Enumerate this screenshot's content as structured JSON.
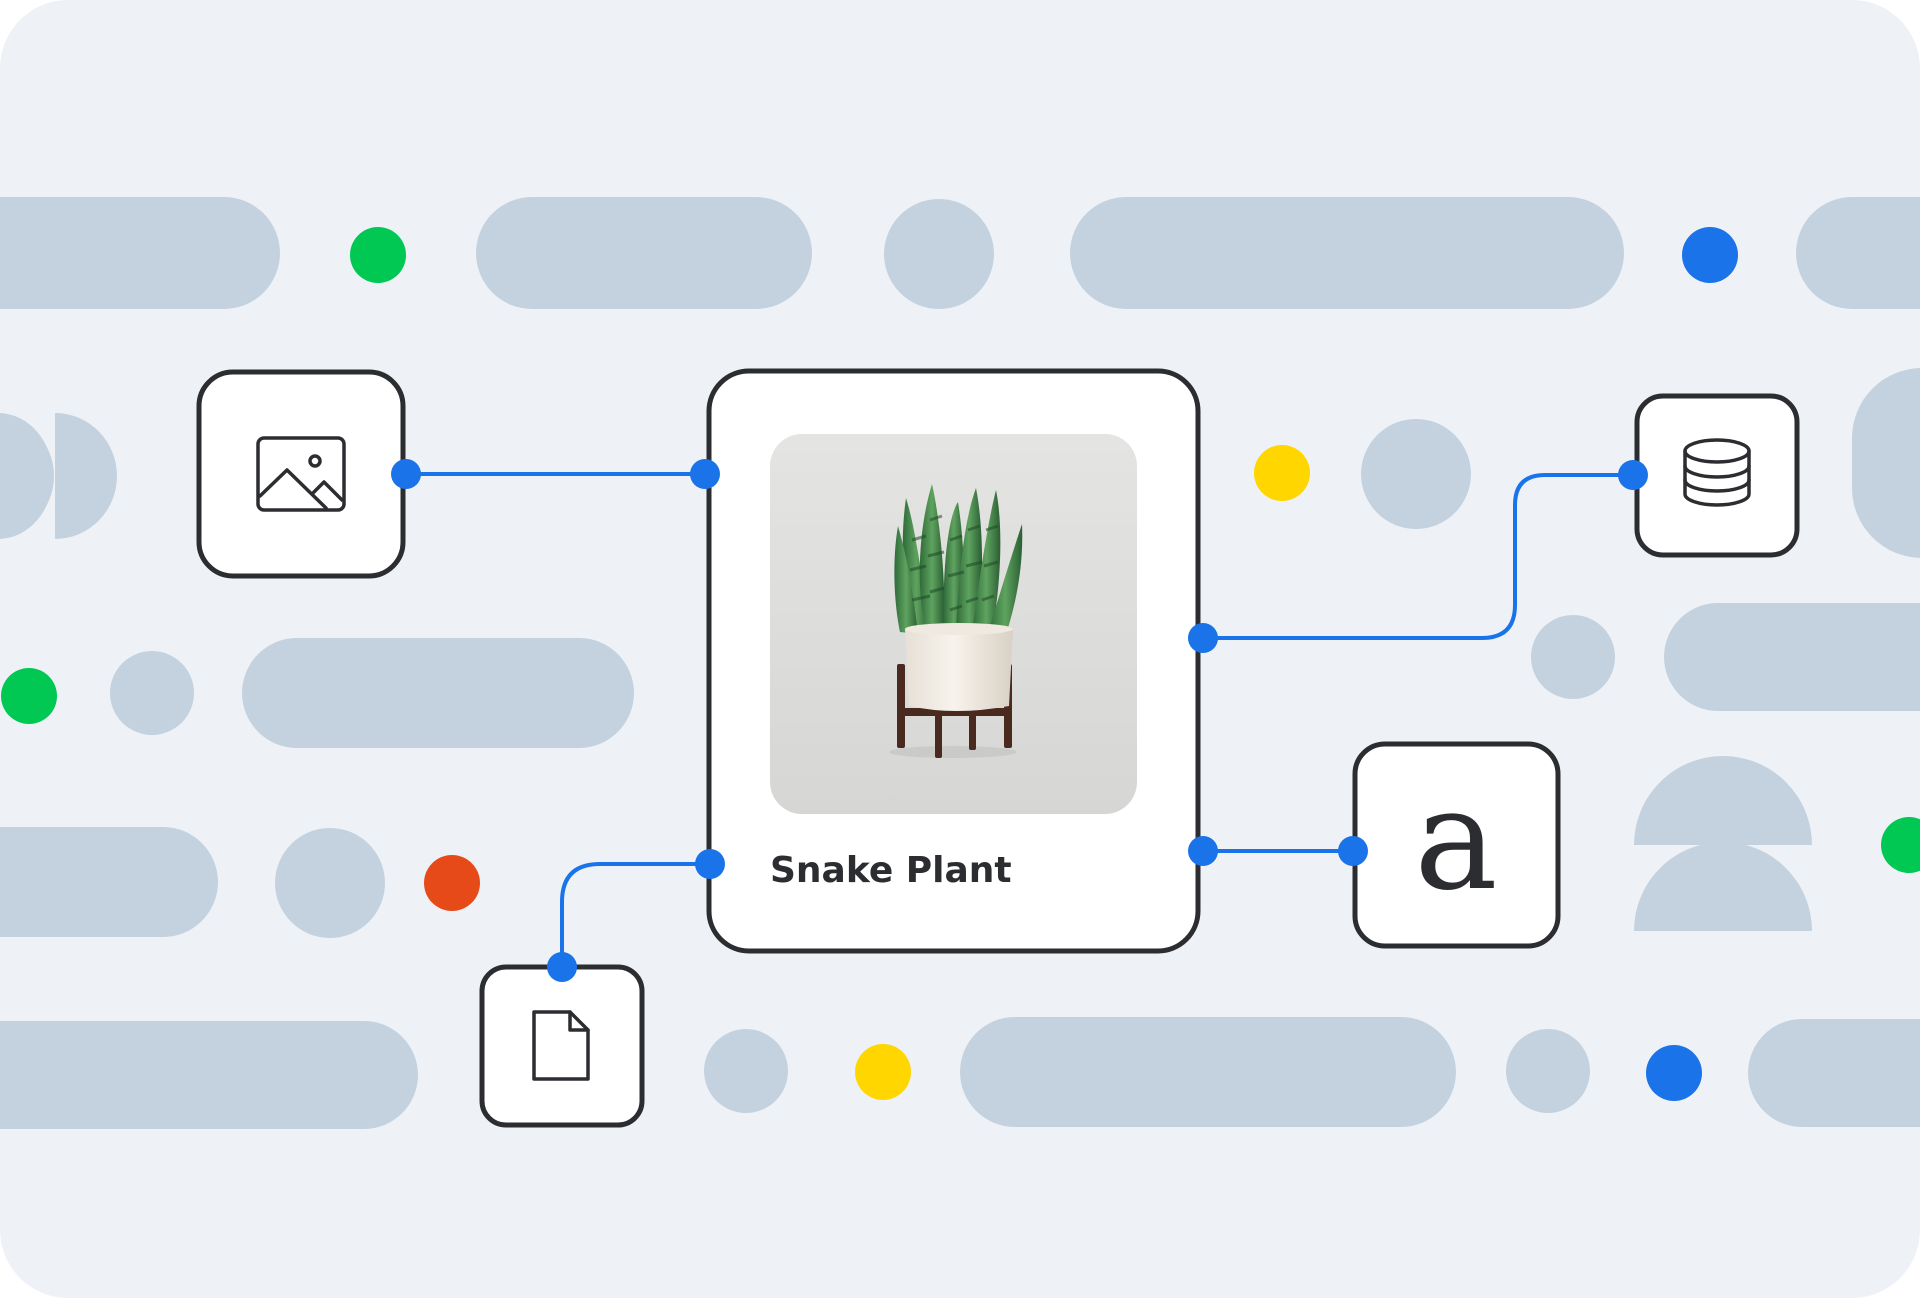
{
  "card": {
    "title": "Snake Plant"
  },
  "nodes": {
    "font_glyph": "a"
  },
  "icons": [
    "image-icon",
    "database-icon",
    "document-icon",
    "font-icon",
    "plant-photo"
  ],
  "colors": {
    "background": "#eef2f7",
    "pill": "#c4d2df",
    "connector": "#1a73e8",
    "outline": "#2b2d30",
    "green": "#00c853",
    "blue": "#1a73e8",
    "yellow": "#ffd600",
    "orange": "#e64a19"
  }
}
